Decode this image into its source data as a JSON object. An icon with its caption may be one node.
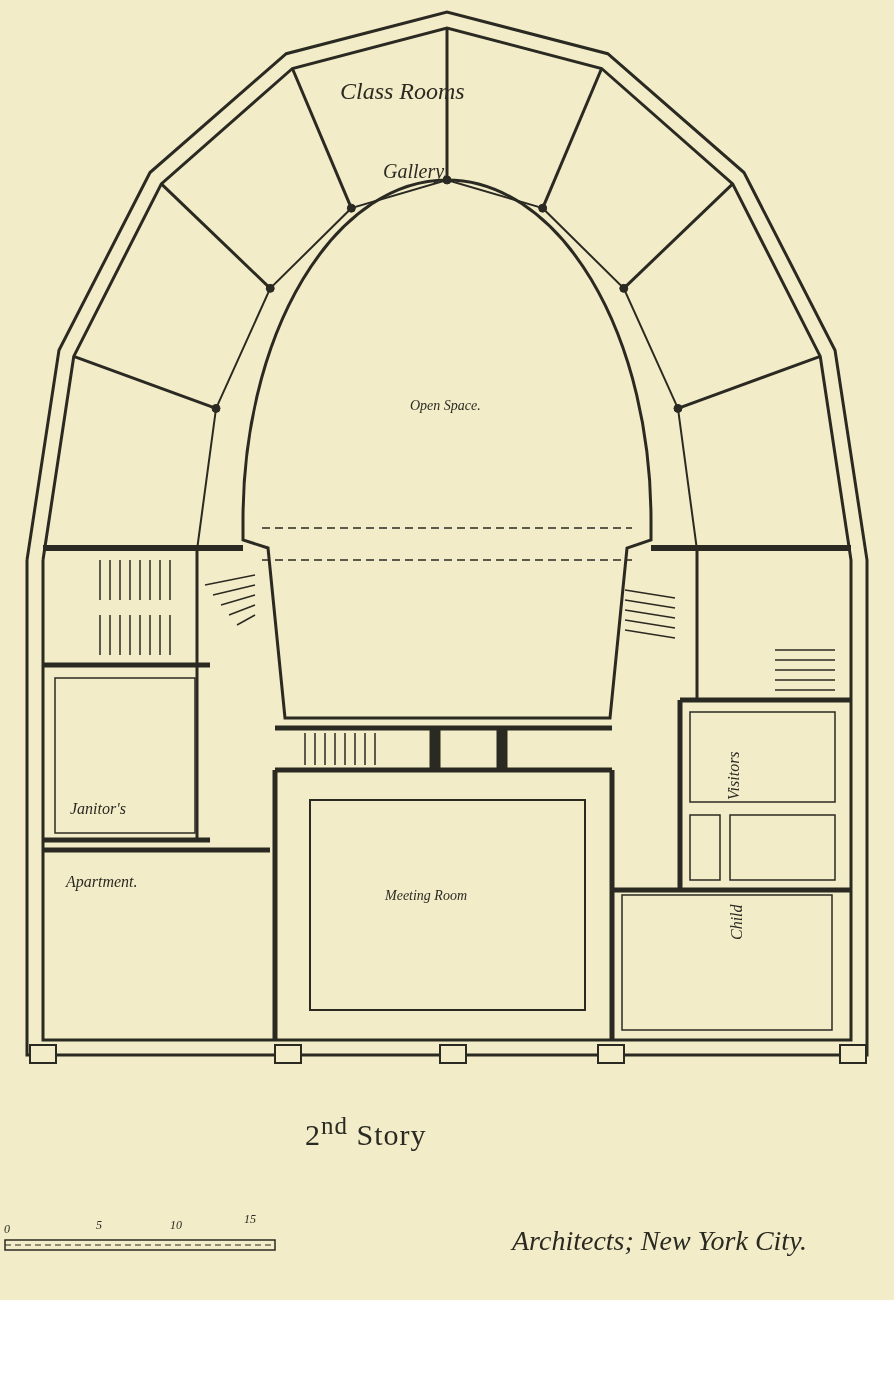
{
  "diagram": {
    "caption": "2$^{nd}$ Story",
    "labels": [
      "Class Rooms",
      "Gallery.",
      "Open Space.",
      "Janitor's",
      "Apartment.",
      "Meeting Room",
      "Visitors",
      "Child",
      "0",
      "5",
      "10",
      "15",
      "Architects; New York City."
    ]
  }
}
